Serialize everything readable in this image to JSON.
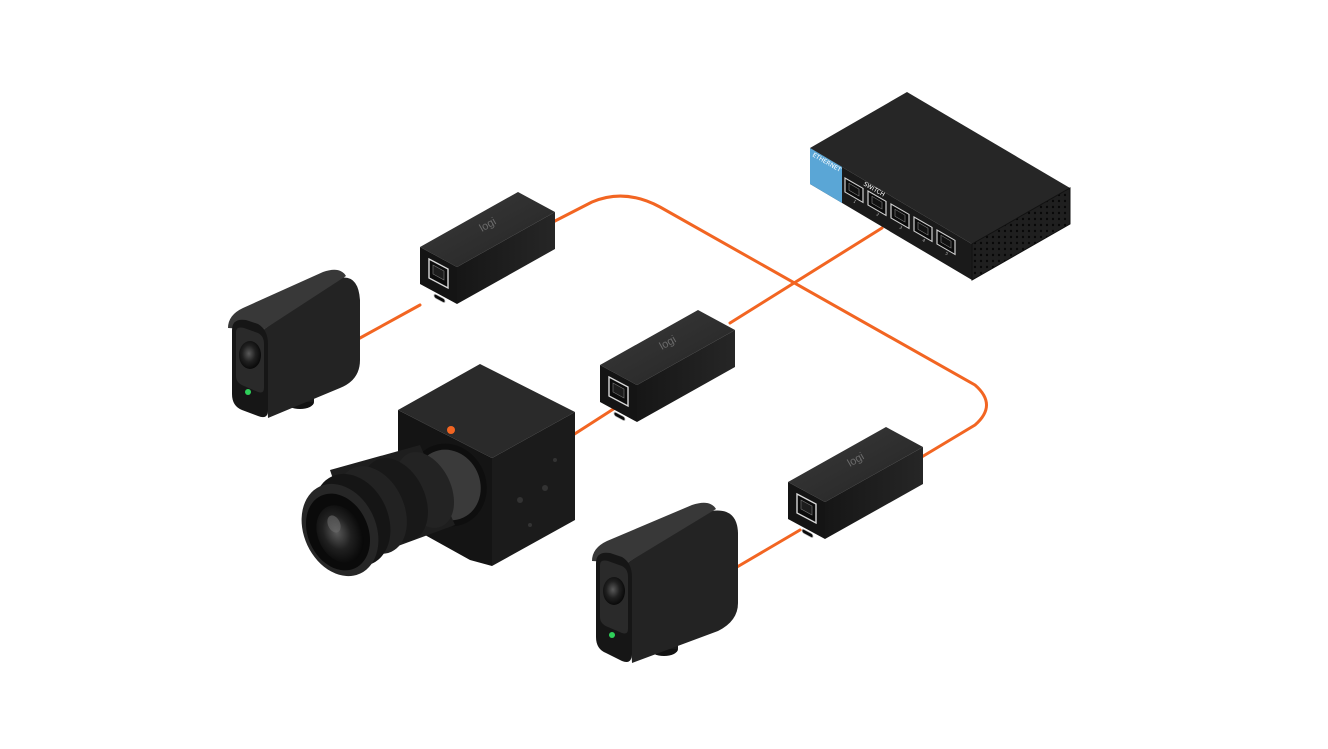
{
  "switch": {
    "label_line1": "ETHERNET",
    "label_line2": "SWITCH",
    "port_numbers": [
      "1",
      "2",
      "3",
      "4",
      "5"
    ]
  },
  "adapter_logo": "logi",
  "colors": {
    "cable": "#f26522",
    "device_body": "#1c1c1c",
    "device_top": "#2e2e2e",
    "switch_accent": "#5aa6d6",
    "status_led": "#2fd05a",
    "camera_tally": "#f26522",
    "background": "#ffffff"
  }
}
